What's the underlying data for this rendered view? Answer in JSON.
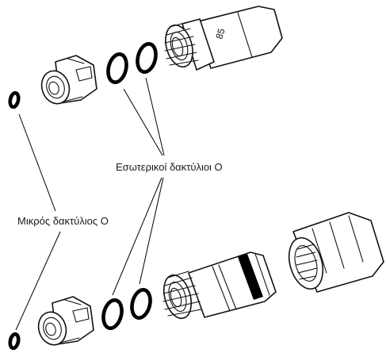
{
  "labels": {
    "inner_orings": "Εσωτερικοί δακτύλιοι O",
    "small_oring": "Μικρός δακτύλιος O"
  },
  "part_mark": "85",
  "colors": {
    "line": "#111111",
    "background": "#ffffff"
  }
}
